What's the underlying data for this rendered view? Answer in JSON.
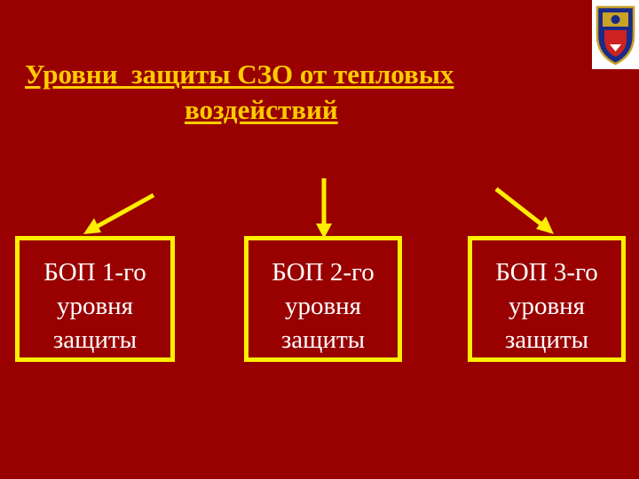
{
  "title": {
    "line1": "Уровни  защиты СЗО от тепловых",
    "line2": "воздействий"
  },
  "boxes": [
    {
      "line1": "БОП 1-го",
      "line2": "уровня",
      "line3": "защиты"
    },
    {
      "line1": "БОП 2-го",
      "line2": "уровня",
      "line3": "защиты"
    },
    {
      "line1": "БОП 3-го",
      "line2": "уровня",
      "line3": "защиты"
    }
  ],
  "colors": {
    "background": "#990000",
    "title": "#ffcc00",
    "arrows_and_borders": "#ffee00",
    "box_text": "#ffffff"
  },
  "logo": {
    "icon": "emblem-icon"
  }
}
